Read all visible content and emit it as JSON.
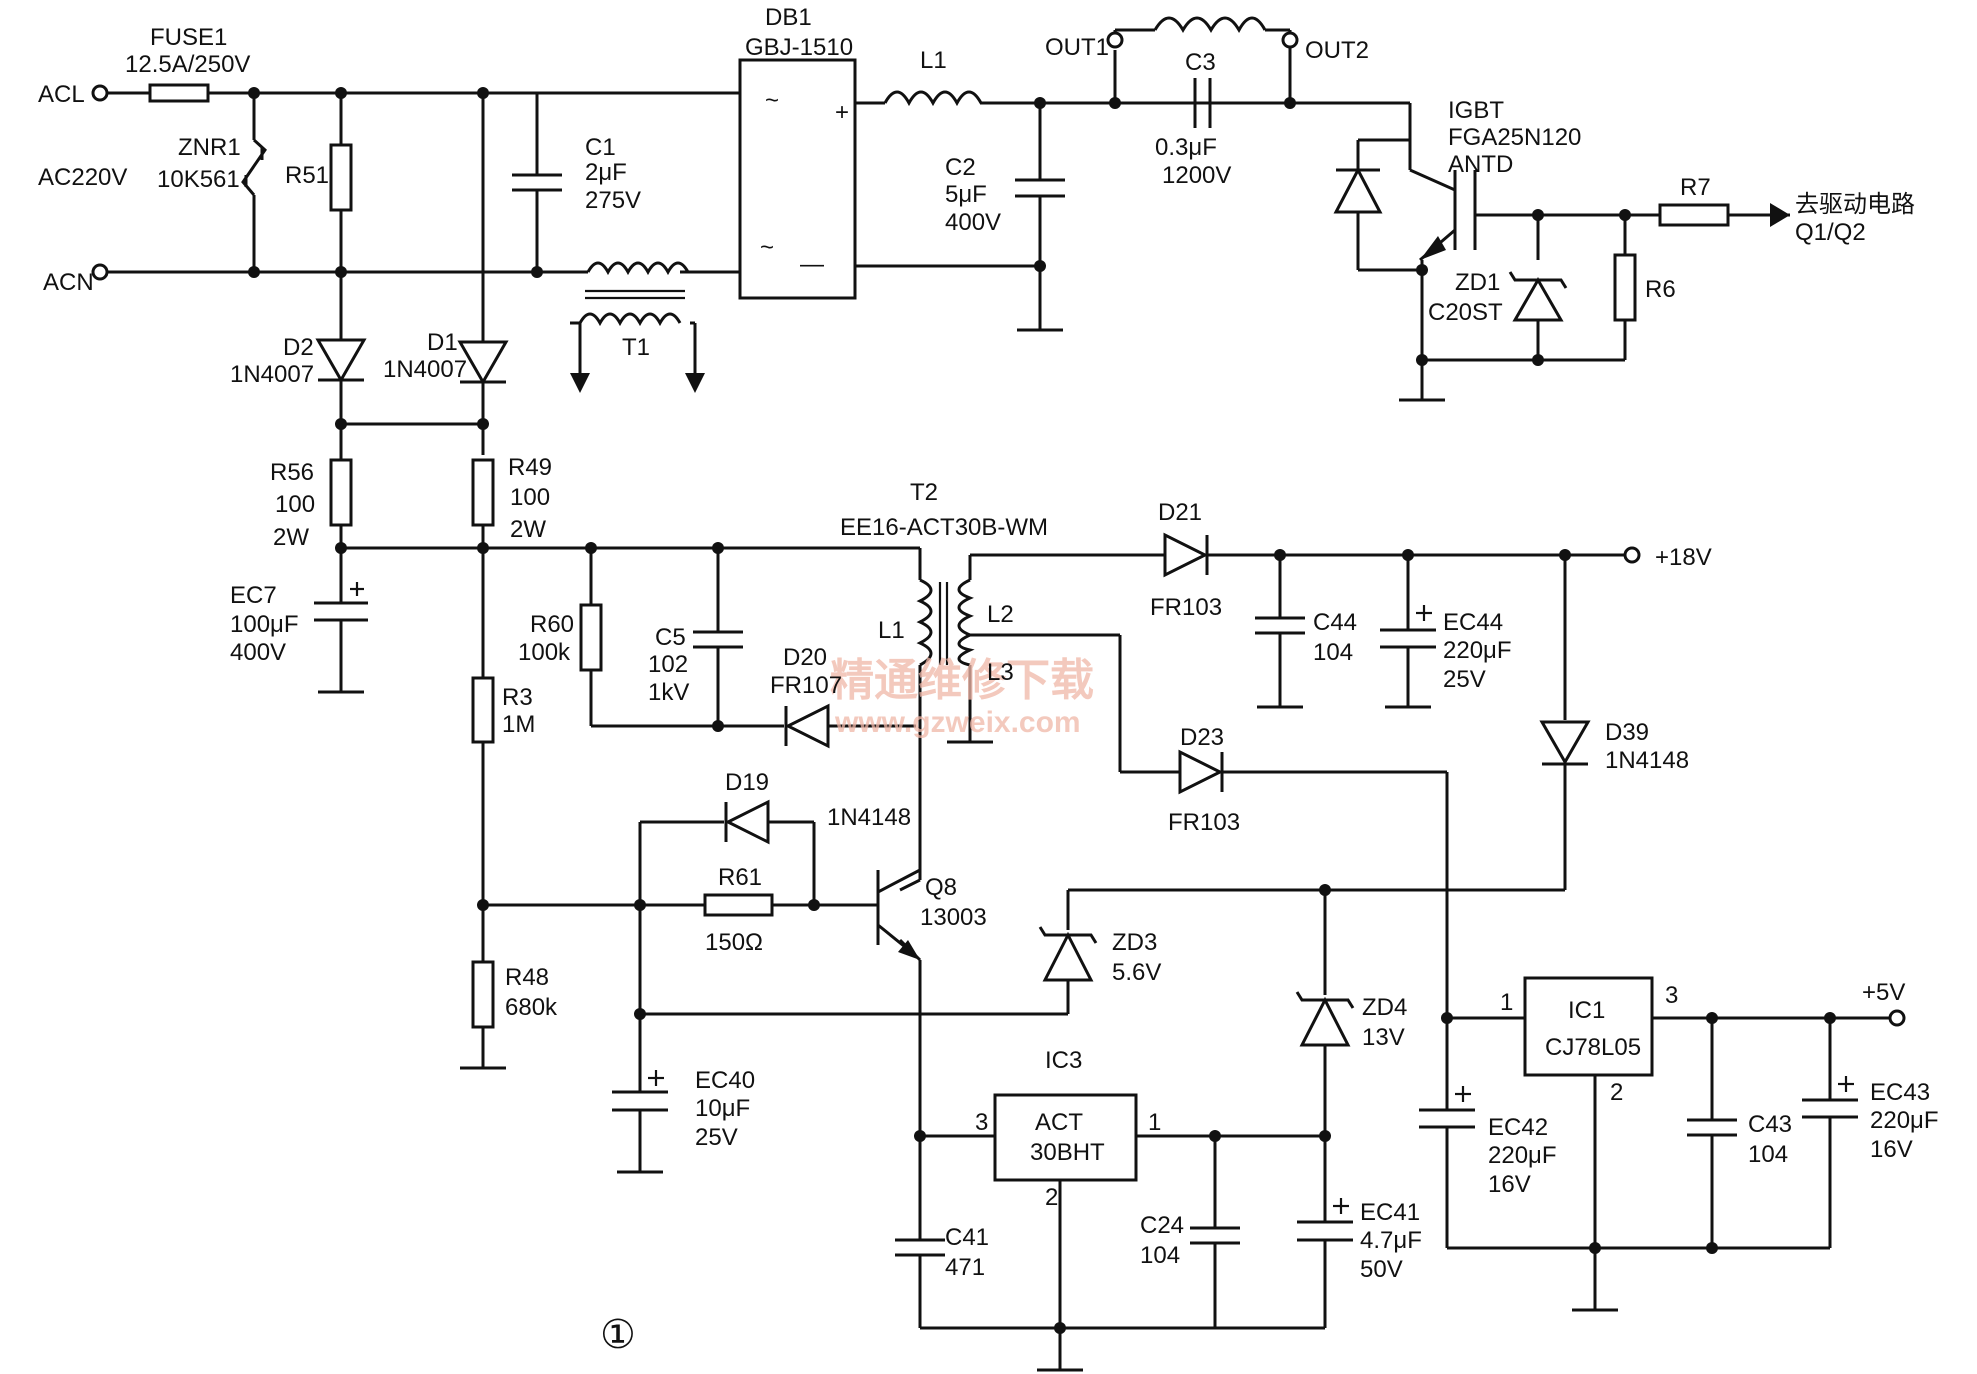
{
  "labels": {
    "fuse1_name": "FUSE1",
    "fuse1_rating": "12.5A/250V",
    "acl": "ACL",
    "acn": "ACN",
    "ac220v": "AC220V",
    "znr1_name": "ZNR1",
    "znr1_value": "10K561",
    "r51": "R51",
    "c1_name": "C1",
    "c1_value": "2μF",
    "c1_voltage": "275V",
    "db1_name": "DB1",
    "db1_part": "GBJ-1510",
    "db1_tilde1": "~",
    "db1_tilde2": "~",
    "db1_plus": "+",
    "db1_minus": "—",
    "t1": "T1",
    "l1_top": "L1",
    "c2_name": "C2",
    "c2_value": "5μF",
    "c2_voltage": "400V",
    "out1": "OUT1",
    "out2": "OUT2",
    "c3_name": "C3",
    "c3_value": "0.3μF",
    "c3_voltage": "1200V",
    "igbt_name": "IGBT",
    "igbt_part": "FGA25N120",
    "igbt_part2": "ANTD",
    "zd1_name": "ZD1",
    "zd1_part": "C20ST",
    "r7": "R7",
    "r6": "R6",
    "drive_to": "去驱动电路",
    "drive_q": "Q1/Q2",
    "d2_name": "D2",
    "d2_part": "1N4007",
    "d1_name": "D1",
    "d1_part": "1N4007",
    "r56_name": "R56",
    "r56_value": "100",
    "r56_power": "2W",
    "r49_name": "R49",
    "r49_value": "100",
    "r49_power": "2W",
    "ec7_name": "EC7",
    "ec7_value": "100μF",
    "ec7_voltage": "400V",
    "t2_name": "T2",
    "t2_part": "EE16-ACT30B-WM",
    "t2_l1": "L1",
    "t2_l2": "L2",
    "t2_l3": "L3",
    "r60_name": "R60",
    "r60_value": "100k",
    "c5_name": "C5",
    "c5_value": "102",
    "c5_voltage": "1kV",
    "d20_name": "D20",
    "d20_part": "FR107",
    "r3_name": "R3",
    "r3_value": "1M",
    "d21_name": "D21",
    "d21_part": "FR103",
    "c44_name": "C44",
    "c44_value": "104",
    "ec44_name": "EC44",
    "ec44_value": "220μF",
    "ec44_voltage": "25V",
    "v18": "+18V",
    "d23_name": "D23",
    "d23_part": "FR103",
    "d39_name": "D39",
    "d39_part": "1N4148",
    "d19_name": "D19",
    "d19_part": "1N4148",
    "r61_name": "R61",
    "r61_value": "150Ω",
    "q8_name": "Q8",
    "q8_part": "13003",
    "zd3_name": "ZD3",
    "zd3_value": "5.6V",
    "zd4_name": "ZD4",
    "zd4_value": "13V",
    "r48_name": "R48",
    "r48_value": "680k",
    "ec40_name": "EC40",
    "ec40_value": "10μF",
    "ec40_voltage": "25V",
    "ic3_name": "IC3",
    "ic3_part1": "ACT",
    "ic3_part2": "30BHT",
    "ic3_pin3": "3",
    "ic3_pin1": "1",
    "ic3_pin2": "2",
    "c41_name": "C41",
    "c41_value": "471",
    "c24_name": "C24",
    "c24_value": "104",
    "ec41_name": "EC41",
    "ec41_value": "4.7μF",
    "ec41_voltage": "50V",
    "ic1_name": "IC1",
    "ic1_part": "CJ78L05",
    "ic1_pin1": "1",
    "ic1_pin2": "2",
    "ic1_pin3": "3",
    "v5": "+5V",
    "ec42_name": "EC42",
    "ec42_value": "220μF",
    "ec42_voltage": "16V",
    "c43_name": "C43",
    "c43_value": "104",
    "ec43_name": "EC43",
    "ec43_value": "220μF",
    "ec43_voltage": "16V",
    "figure_number": "①",
    "watermark": "精通维修下载",
    "watermark_url": "www.gzweix.com"
  }
}
